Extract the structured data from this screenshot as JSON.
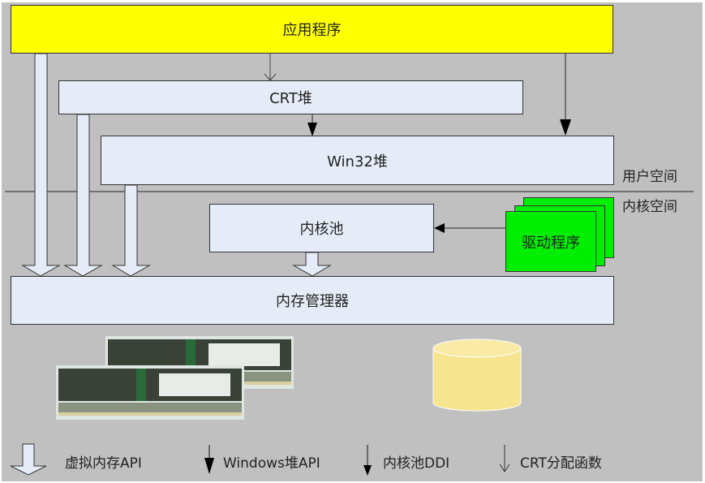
{
  "diagram": {
    "boxes": {
      "application": "应用程序",
      "crt_heap": "CRT堆",
      "win32_heap": "Win32堆",
      "kernel_pool": "内核池",
      "drivers": "驱动程序",
      "memory_manager": "内存管理器"
    },
    "regions": {
      "user_space": "用户空间",
      "kernel_space": "内核空间"
    },
    "images": {
      "ram_modules": "ram-modules",
      "disk": "disk-cylinder"
    },
    "legend": [
      {
        "icon": "hollow-wide-arrow",
        "label": "虚拟内存API"
      },
      {
        "icon": "filled-bold-arrow",
        "label": "Windows堆API"
      },
      {
        "icon": "filled-thin-arrow",
        "label": "内核池DDI"
      },
      {
        "icon": "open-thin-arrow",
        "label": "CRT分配函数"
      }
    ],
    "colors": {
      "background": "#c0c0c0",
      "application": "#ffff00",
      "box": "#e6ecf7",
      "drivers": "#00ee00",
      "disk": "#f7e48f"
    }
  }
}
